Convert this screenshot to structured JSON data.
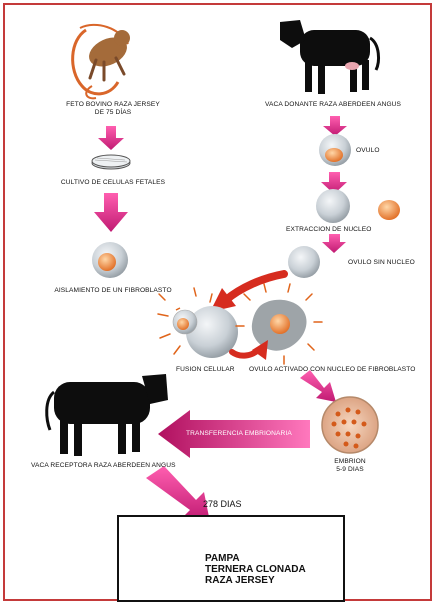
{
  "labels": {
    "fetus": [
      "FETO BOVINO RAZA JERSEY",
      "DE 75 DÍAS"
    ],
    "donor_cow": "VACA DONANTE RAZA ABERDEEN ANGUS",
    "ovulo": "OVULO",
    "cultivo": "CULTIVO DE CELULAS FETALES",
    "extraccion": "EXTRACCION DE NUCLEO",
    "ovulo_sin_nucleo": "OVULO SIN NUCLEO",
    "aislamiento": "AISLAMIENTO DE UN FIBROBLASTO",
    "fusion": "FUSION CELULAR",
    "ovulo_activado": "OVULO ACTIVADO CON NUCLEO DE FIBROBLASTO",
    "transferencia": "TRANSFERENCIA EMBRIONARIA",
    "receptor_cow": "VACA RECEPTORA  RAZA ABERDEEN ANGUS",
    "embrion": [
      "EMBRION",
      "5-9 DIAS"
    ],
    "days": "278 DIAS",
    "result": [
      "PAMPA",
      "TERNERA CLONADA",
      "RAZA JERSEY"
    ]
  },
  "colors": {
    "frame": "#c43a3a",
    "arrow_pink": "#d6308c",
    "arrow_red": "#d62c1f",
    "nucleus_orange": "#e8823a",
    "cow_black": "#0d0d0d",
    "calf_brown": "#7a4a2a"
  }
}
